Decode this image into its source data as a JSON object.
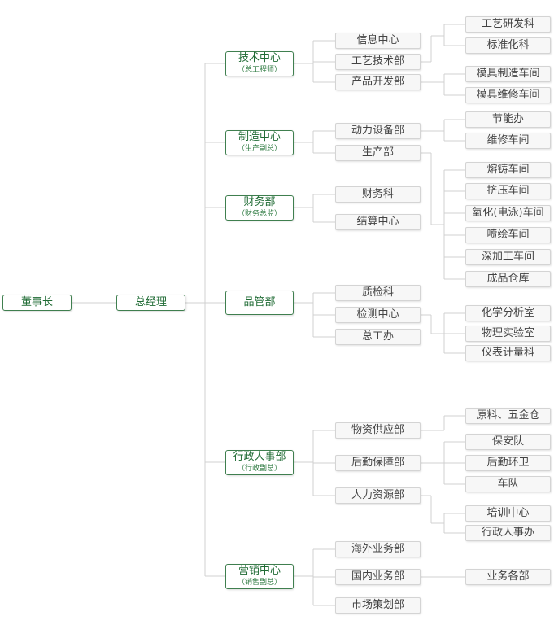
{
  "colors": {
    "accent": "#1f6b34",
    "accent_border": "#3f7f4f",
    "box_fill": "#f7f7f7",
    "line": "#d0d0d0"
  },
  "chairman": "董事长",
  "gm": "总经理",
  "centers": {
    "tech": {
      "title": "技术中心",
      "sub": "（总工程师）"
    },
    "mfg": {
      "title": "制造中心",
      "sub": "（生产副总）"
    },
    "fin": {
      "title": "财务部",
      "sub": "（财务总监）"
    },
    "qa": {
      "title": "品管部",
      "sub": ""
    },
    "admin": {
      "title": "行政人事部",
      "sub": "（行政副总）"
    },
    "sales": {
      "title": "营销中心",
      "sub": "（销售副总）"
    }
  },
  "depts": {
    "info": "信息中心",
    "process_tech": "工艺技术部",
    "product_dev": "产品开发部",
    "power": "动力设备部",
    "production": "生产部",
    "finance": "财务科",
    "settlement": "结算中心",
    "quality": "质检科",
    "testing": "检测中心",
    "chief_eng": "总工办",
    "supply": "物资供应部",
    "logistics": "后勤保障部",
    "hr": "人力资源部",
    "overseas": "海外业务部",
    "domestic": "国内业务部",
    "marketing": "市场策划部"
  },
  "units": {
    "process_research": "工艺研发科",
    "standards": "标准化科",
    "mold_mfg": "模具制造车间",
    "mold_repair": "模具维修车间",
    "energy": "节能办",
    "maintenance": "维修车间",
    "casting": "熔铸车间",
    "extrusion": "挤压车间",
    "anodizing": "氧化(电泳)车间",
    "painting": "喷绘车间",
    "deep_processing": "深加工车间",
    "warehouse": "成品仓库",
    "chem_lab": "化学分析室",
    "phys_lab": "物理实验室",
    "metrology": "仪表计量科",
    "materials_store": "原料、五金仓",
    "security": "保安队",
    "sanitation": "后勤环卫",
    "fleet": "车队",
    "training": "培训中心",
    "admin_office": "行政人事办",
    "business_units": "业务各部"
  }
}
